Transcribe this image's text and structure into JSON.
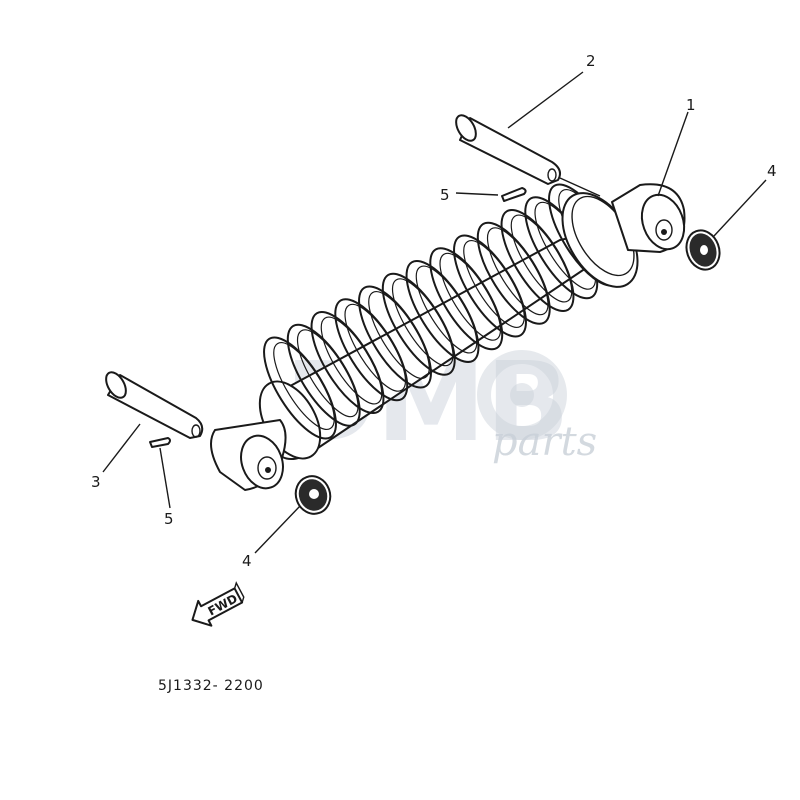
{
  "diagram": {
    "part_number": "5J1332- 2200",
    "fwd_label": "FWD",
    "watermark": {
      "main": "DMB",
      "sub": "parts"
    },
    "callouts": [
      {
        "id": "c1",
        "label": "1"
      },
      {
        "id": "c2",
        "label": "2"
      },
      {
        "id": "c3",
        "label": "3"
      },
      {
        "id": "c4a",
        "label": "4"
      },
      {
        "id": "c4b",
        "label": "4"
      },
      {
        "id": "c5a",
        "label": "5"
      },
      {
        "id": "c5b",
        "label": "5"
      }
    ]
  }
}
